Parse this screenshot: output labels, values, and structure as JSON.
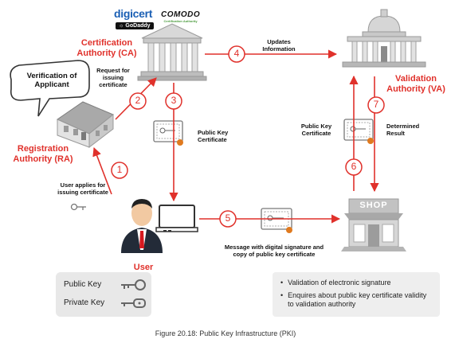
{
  "brands": {
    "digicert": "digicert",
    "comodo": "COMODO",
    "comodo_sub": "Certification Authority",
    "godaddy": "GoDaddy"
  },
  "nodes": {
    "ca": {
      "line1": "Certification",
      "line2": "Authority (CA)"
    },
    "va": {
      "line1": "Validation",
      "line2": "Authority (VA)"
    },
    "ra": {
      "line1": "Registration",
      "line2": "Authority (RA)"
    },
    "user": "User",
    "shop_sign": "SHOP"
  },
  "bubble": {
    "line1": "Verification of",
    "line2": "Applicant"
  },
  "steps": [
    "1",
    "2",
    "3",
    "4",
    "5",
    "6",
    "7"
  ],
  "labels": {
    "request": [
      "Request for",
      "issuing",
      "certificate"
    ],
    "updates": [
      "Updates",
      "Information"
    ],
    "pubcert_center": [
      "Public Key",
      "Certificate"
    ],
    "pubcert_right": [
      "Public Key",
      "Certificate"
    ],
    "determined": [
      "Determined",
      "Result"
    ],
    "user_applies": [
      "User applies for",
      "issuing certificate"
    ],
    "message": [
      "Message with digital signature and",
      "copy of public key certificate"
    ]
  },
  "keys": {
    "public": "Public Key",
    "private": "Private Key"
  },
  "notes": [
    "Validation of electronic signature",
    "Enquires about public key certificate validity to validation authority"
  ],
  "caption": "Figure 20.18: Public Key Infrastructure (PKI)",
  "colors": {
    "accent": "#e0312b",
    "brand_blue": "#1a5fb4",
    "building": "#c9c9c9"
  }
}
